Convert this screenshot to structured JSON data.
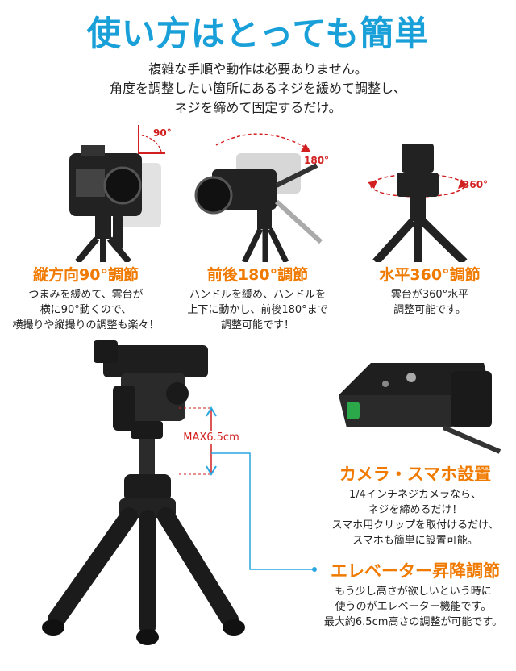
{
  "title": "使い方はとっても簡単",
  "intro": [
    "複雑な手順や動作は必要ありません。",
    "角度を調整したい箇所にあるネジを緩めて調整し、",
    "ネジを締めて固定するだけ。"
  ],
  "features": [
    {
      "angle": "90°",
      "title": "縦方向90°調節",
      "desc": [
        "つまみを緩めて、雲台が",
        "横に90°動くので、",
        "横撮りや縦撮りの調整も楽々！"
      ]
    },
    {
      "angle": "180°",
      "title": "前後180°調節",
      "desc": [
        "ハンドルを緩め、ハンドルを",
        "上下に動かし、前後180°まで",
        "調整可能です！"
      ]
    },
    {
      "angle": "360°",
      "title": "水平360°調節",
      "desc": [
        "雲台が360°水平",
        "調整可能です。"
      ]
    }
  ],
  "max_label": "MAX6.5cm",
  "camera_section": {
    "title": "カメラ・スマホ設置",
    "desc": [
      "1/4インチネジカメラなら、",
      "ネジを締めるだけ！",
      "スマホ用クリップを取付けるだけ、",
      "スマホも簡単に設置可能。"
    ]
  },
  "elevator_section": {
    "title": "エレベーター昇降調節",
    "desc": [
      "もう少し高さが欲しいという時に",
      "使うのがエレベーター機能です。",
      "最大約6.5cm高さの調整が可能です。"
    ]
  },
  "colors": {
    "title": "#1aa0d8",
    "accent": "#f07a00",
    "annotation": "#d21f1f",
    "guide_line": "#2aa6e0"
  }
}
